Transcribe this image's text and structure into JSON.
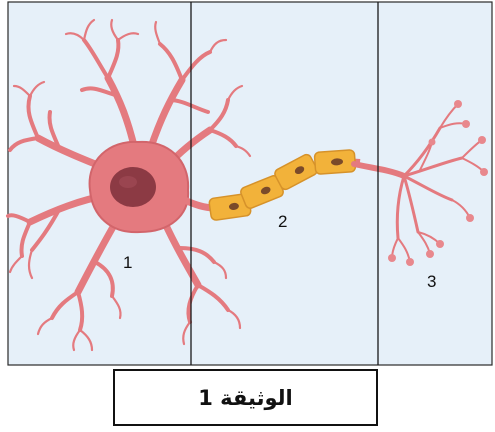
{
  "diagram": {
    "panel_color": "#e6f0f9",
    "neuron_color": "#e47a7f",
    "nucleus_color": "#8c3a44",
    "myelin_color": "#f2b23a",
    "labels": {
      "part1": "1",
      "part2": "2",
      "part3": "3"
    },
    "caption": "الوثيقة 1"
  }
}
